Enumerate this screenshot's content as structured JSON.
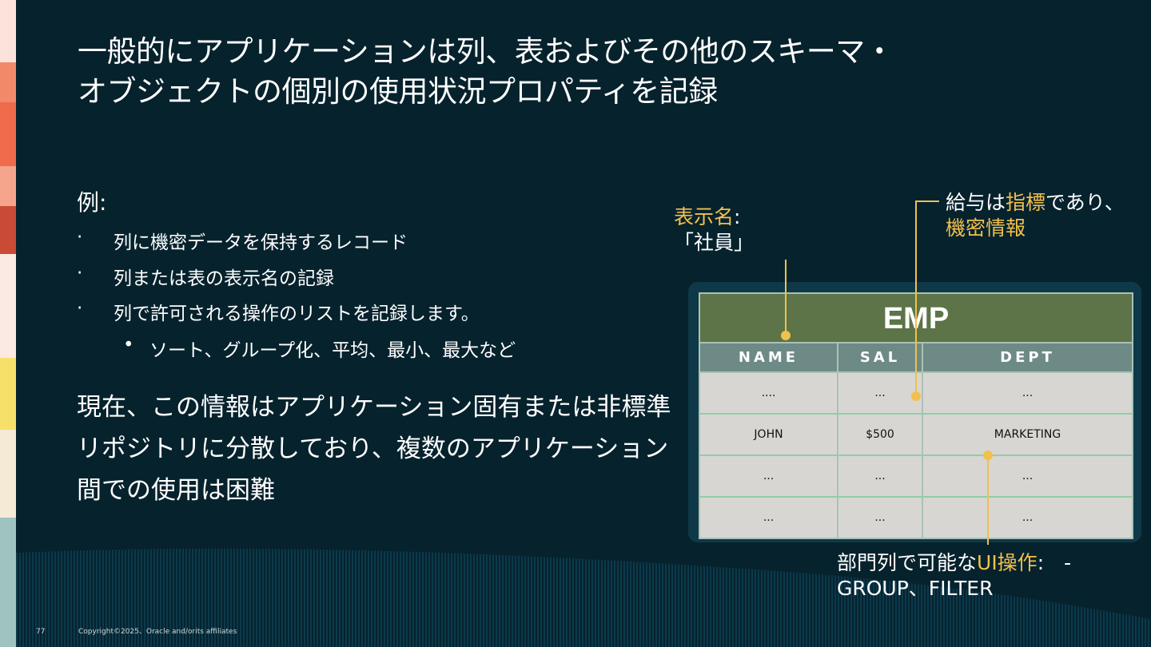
{
  "title": {
    "line1": "一般的にアプリケーションは列、表およびその他のスキーマ・",
    "line2": "オブジェクトの個別の使用状況プロパティを記録"
  },
  "example_heading": "例:",
  "bullets": [
    {
      "marker": "·",
      "text": "列に機密データを保持するレコード"
    },
    {
      "marker": "·",
      "text": "列または表の表示名の記録"
    },
    {
      "marker": "·",
      "text": "列で許可される操作のリストを記録します。"
    }
  ],
  "sub_bullet": {
    "marker": "•",
    "text": "ソート、グループ化、平均、最小、最大など"
  },
  "paragraph": "現在、この情報はアプリケーション固有または非標準リポジトリに分散しており、複数のアプリケーション間での使用は困難",
  "callouts": {
    "display_name": {
      "label": "表示名",
      "suffix": ":",
      "value": "「社員」"
    },
    "salary": {
      "prefix": "給与は",
      "highlight1": "指標",
      "middle": "であり、",
      "highlight2": "機密情報"
    },
    "dept": {
      "prefix": "部門列で可能な",
      "highlight": "UI操作",
      "suffix": ":　-",
      "line2": "GROUP、FILTER"
    }
  },
  "table": {
    "name": "EMP",
    "headers": [
      "NAME",
      "SAL",
      "DEPT"
    ],
    "rows": [
      [
        "....",
        "...",
        "..."
      ],
      [
        "JOHN",
        "$500",
        "MARKETING"
      ],
      [
        "...",
        "...",
        "..."
      ],
      [
        "...",
        "...",
        "..."
      ]
    ]
  },
  "footer": {
    "page_number": "77",
    "copyright": "Copyright©2025、Oracle and/orits affiliates"
  },
  "colors": {
    "background": "#06222d",
    "accent": "#f2c04d",
    "table_title": "#5c7448",
    "table_header": "#6e8a87",
    "table_cell": "#d8d6d3"
  }
}
